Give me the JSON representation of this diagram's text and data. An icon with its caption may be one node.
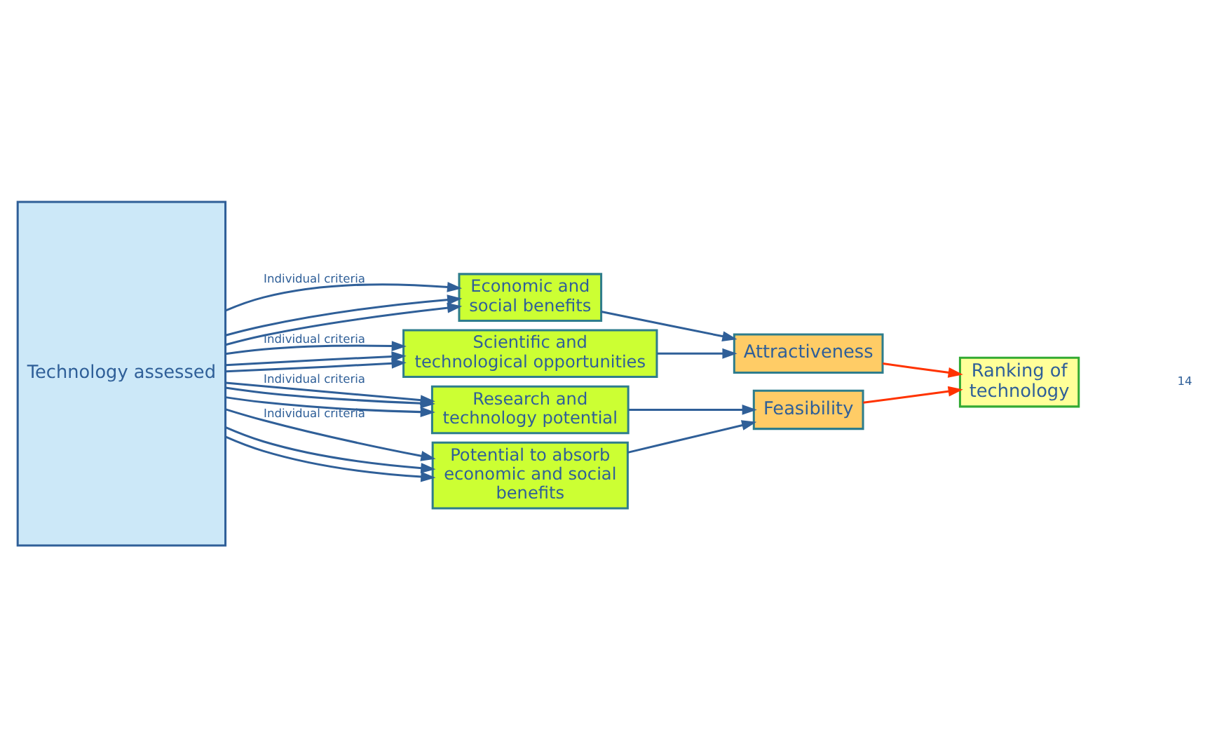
{
  "diagram": {
    "nodes": [
      {
        "text": [
          "Technology assessed"
        ]
      },
      {
        "text": [
          "Economic and social benefits"
        ]
      },
      {
        "text": [
          "Scientific and technological opportunities"
        ]
      },
      {
        "text": [
          "Research and technology potential"
        ]
      },
      {
        "text": [
          "Potential to absorb economic and social benefits"
        ]
      },
      {
        "text": [
          "Attractiveness"
        ]
      },
      {
        "text": [
          "Feasibility"
        ]
      },
      {
        "text": [
          "Ranking of technology"
        ]
      }
    ],
    "edges": [
      {
        "from": 0,
        "to": 1,
        "arrow": "to",
        "label": "Individual criteria"
      },
      {
        "from": 0,
        "to": 1,
        "arrow": "to"
      },
      {
        "from": 0,
        "to": 1,
        "arrow": "to"
      },
      {
        "from": 0,
        "to": 2,
        "arrow": "to",
        "label": "Individual criteria"
      },
      {
        "from": 0,
        "to": 2,
        "arrow": "to"
      },
      {
        "from": 0,
        "to": 2,
        "arrow": "to"
      },
      {
        "from": 0,
        "to": 3,
        "arrow": "to",
        "label": "Individual criteria"
      },
      {
        "from": 0,
        "to": 3,
        "arrow": "to"
      },
      {
        "from": 0,
        "to": 3,
        "arrow": "to"
      },
      {
        "from": 0,
        "to": 4,
        "arrow": "to",
        "label": "Individual criteria"
      },
      {
        "from": 0,
        "to": 4,
        "arrow": "to"
      },
      {
        "from": 0,
        "to": 4,
        "arrow": "to"
      },
      {
        "from": 1,
        "to": 5,
        "arrow": "to"
      },
      {
        "from": 2,
        "to": 5,
        "arrow": "to"
      },
      {
        "from": 3,
        "to": 6,
        "arrow": "to"
      },
      {
        "from": 4,
        "to": 6,
        "arrow": "to"
      },
      {
        "from": 5,
        "to": 7,
        "arrow": "to",
        "color": "#ff3300"
      },
      {
        "from": 6,
        "to": 7,
        "arrow": "to",
        "color": "#ff3300"
      }
    ],
    "labels": [
      "14"
    ]
  }
}
